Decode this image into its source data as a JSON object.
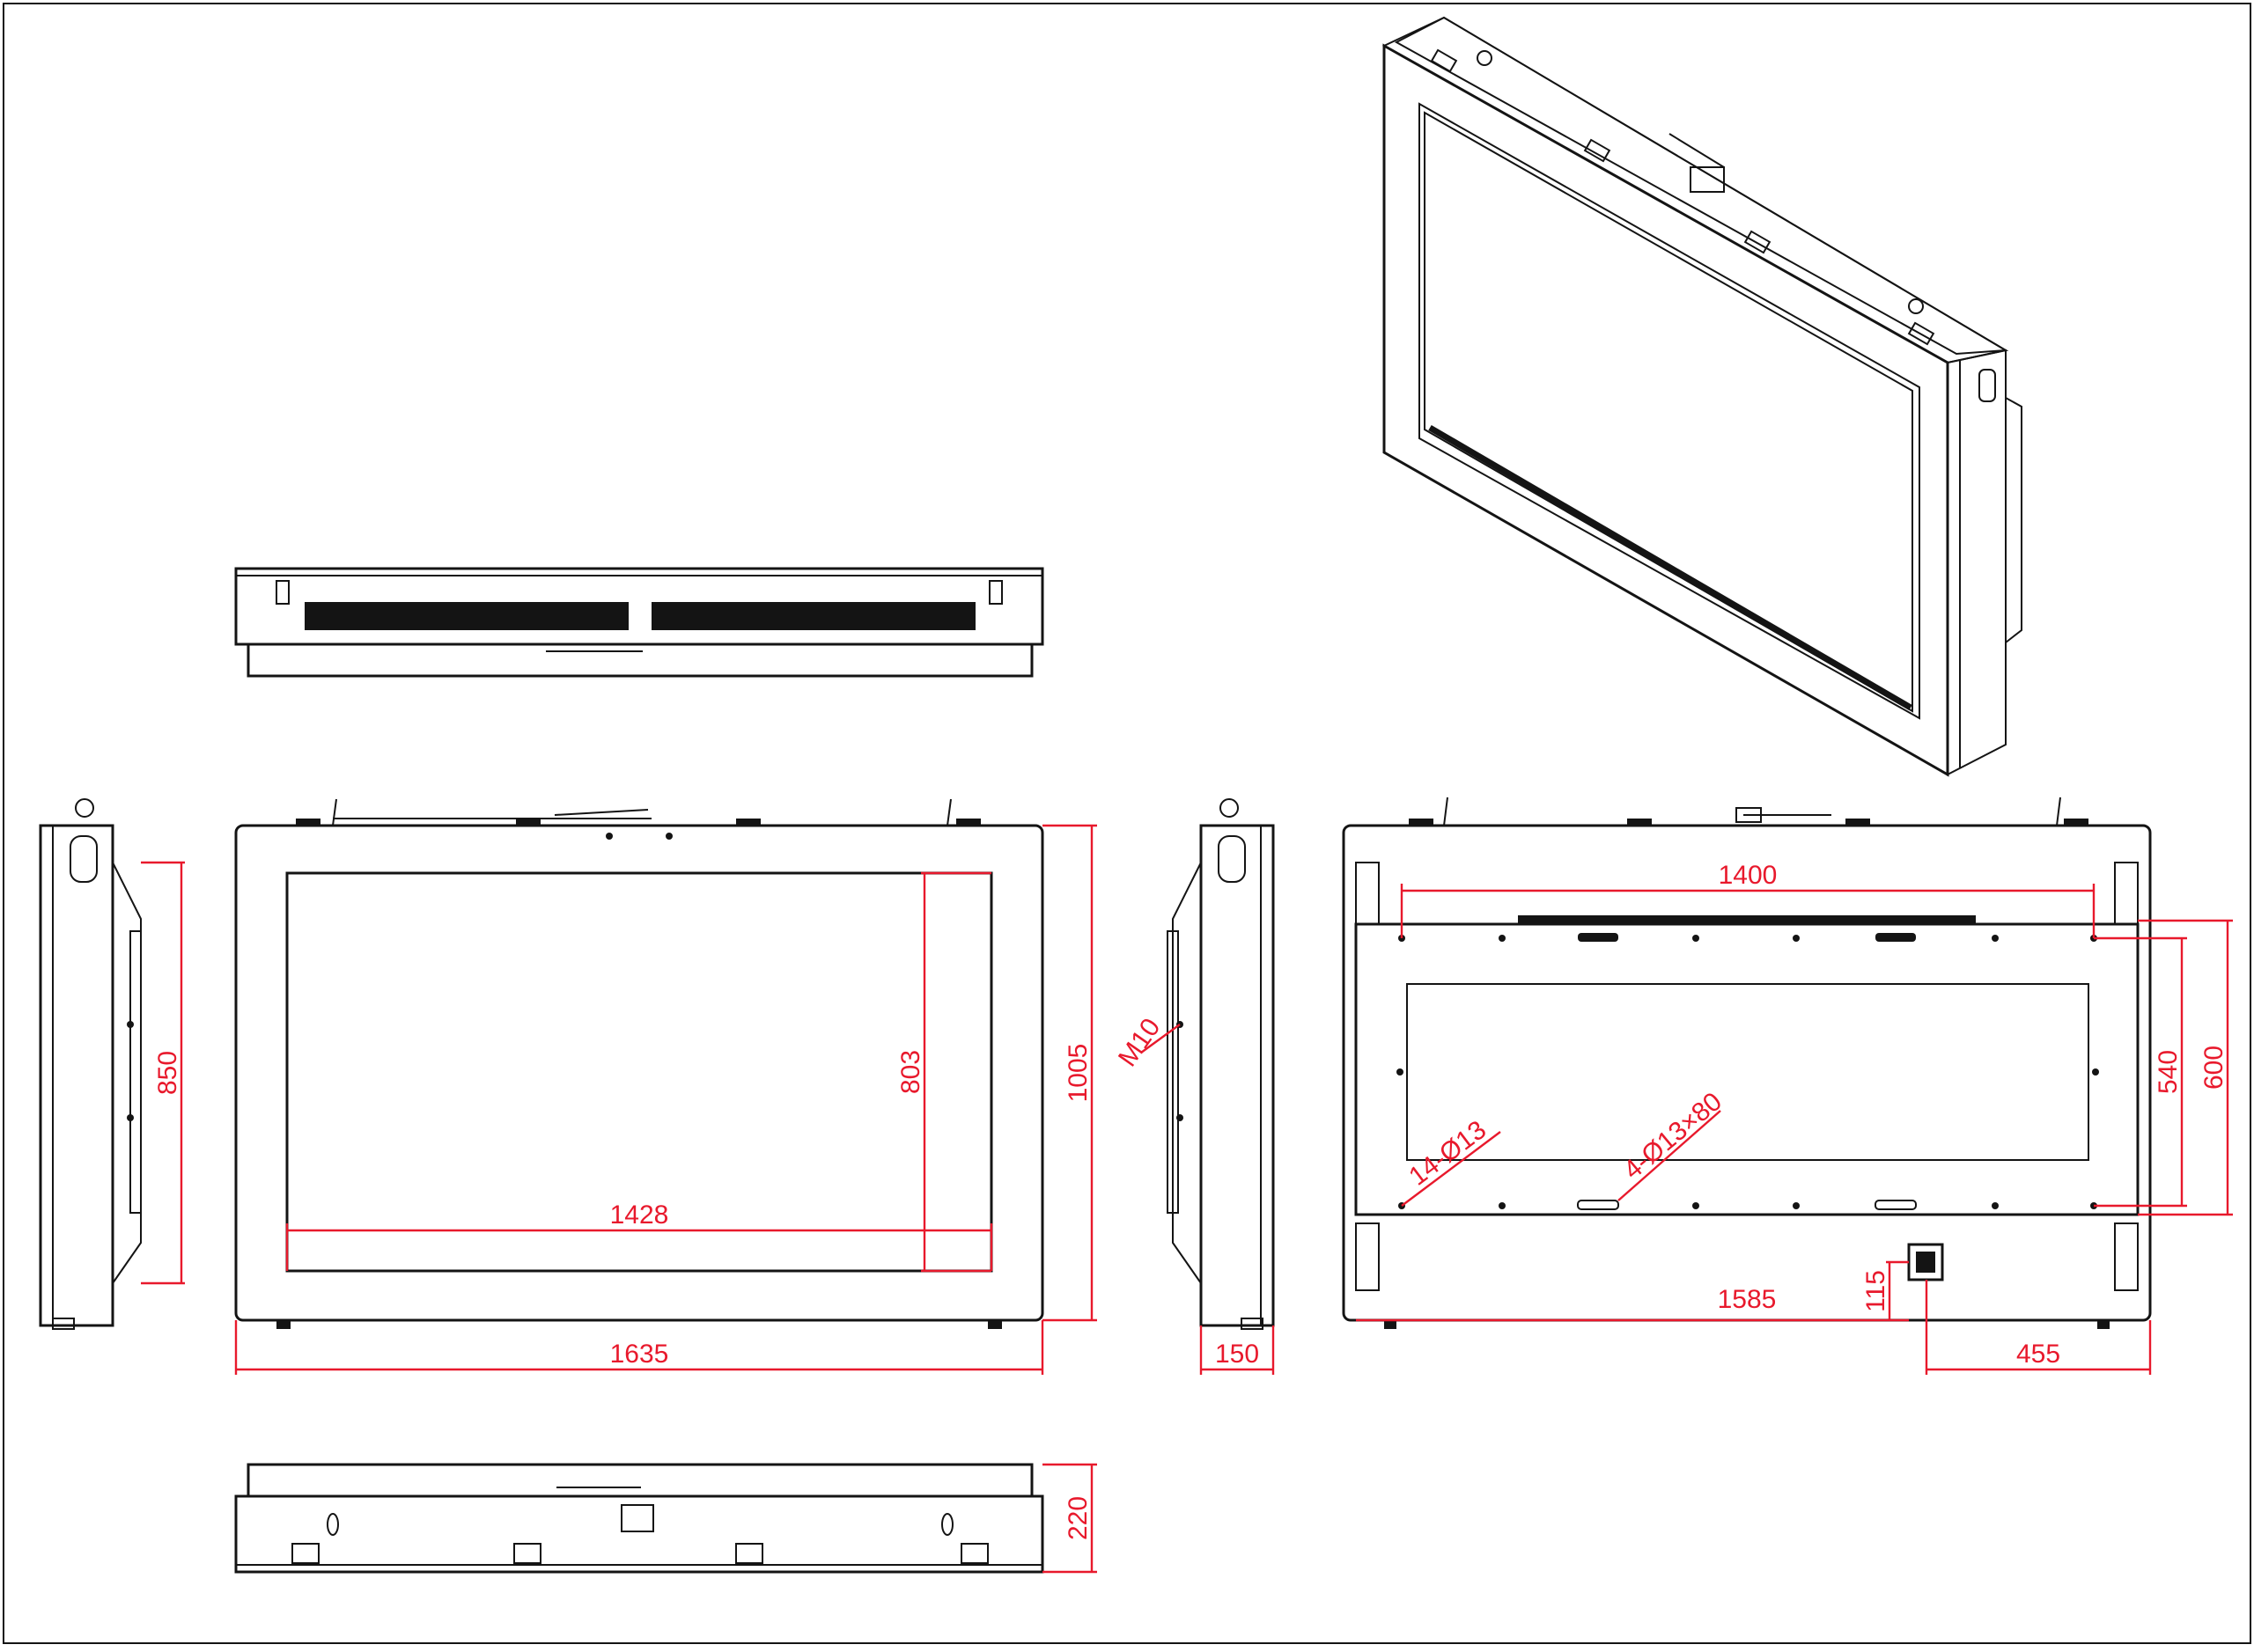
{
  "colors": {
    "line": "#141414",
    "dimension": "#e8192c",
    "background": "#ffffff"
  },
  "dimensions": {
    "front_overall_width": "1635",
    "front_viewing_width": "1428",
    "front_viewing_height": "803",
    "front_overall_height": "1005",
    "side_left_height": "850",
    "side_right_thread": "M10",
    "side_right_depth": "150",
    "bottom_depth": "220",
    "rear_hole_span_x": "1400",
    "rear_hole_span_y": "540",
    "rear_outer_span_y": "600",
    "rear_holes_small": "14-Ø13",
    "rear_holes_slot": "4-Ø13×80",
    "rear_overall_width": "1585",
    "rear_offset_y": "115",
    "rear_offset_x": "455"
  }
}
